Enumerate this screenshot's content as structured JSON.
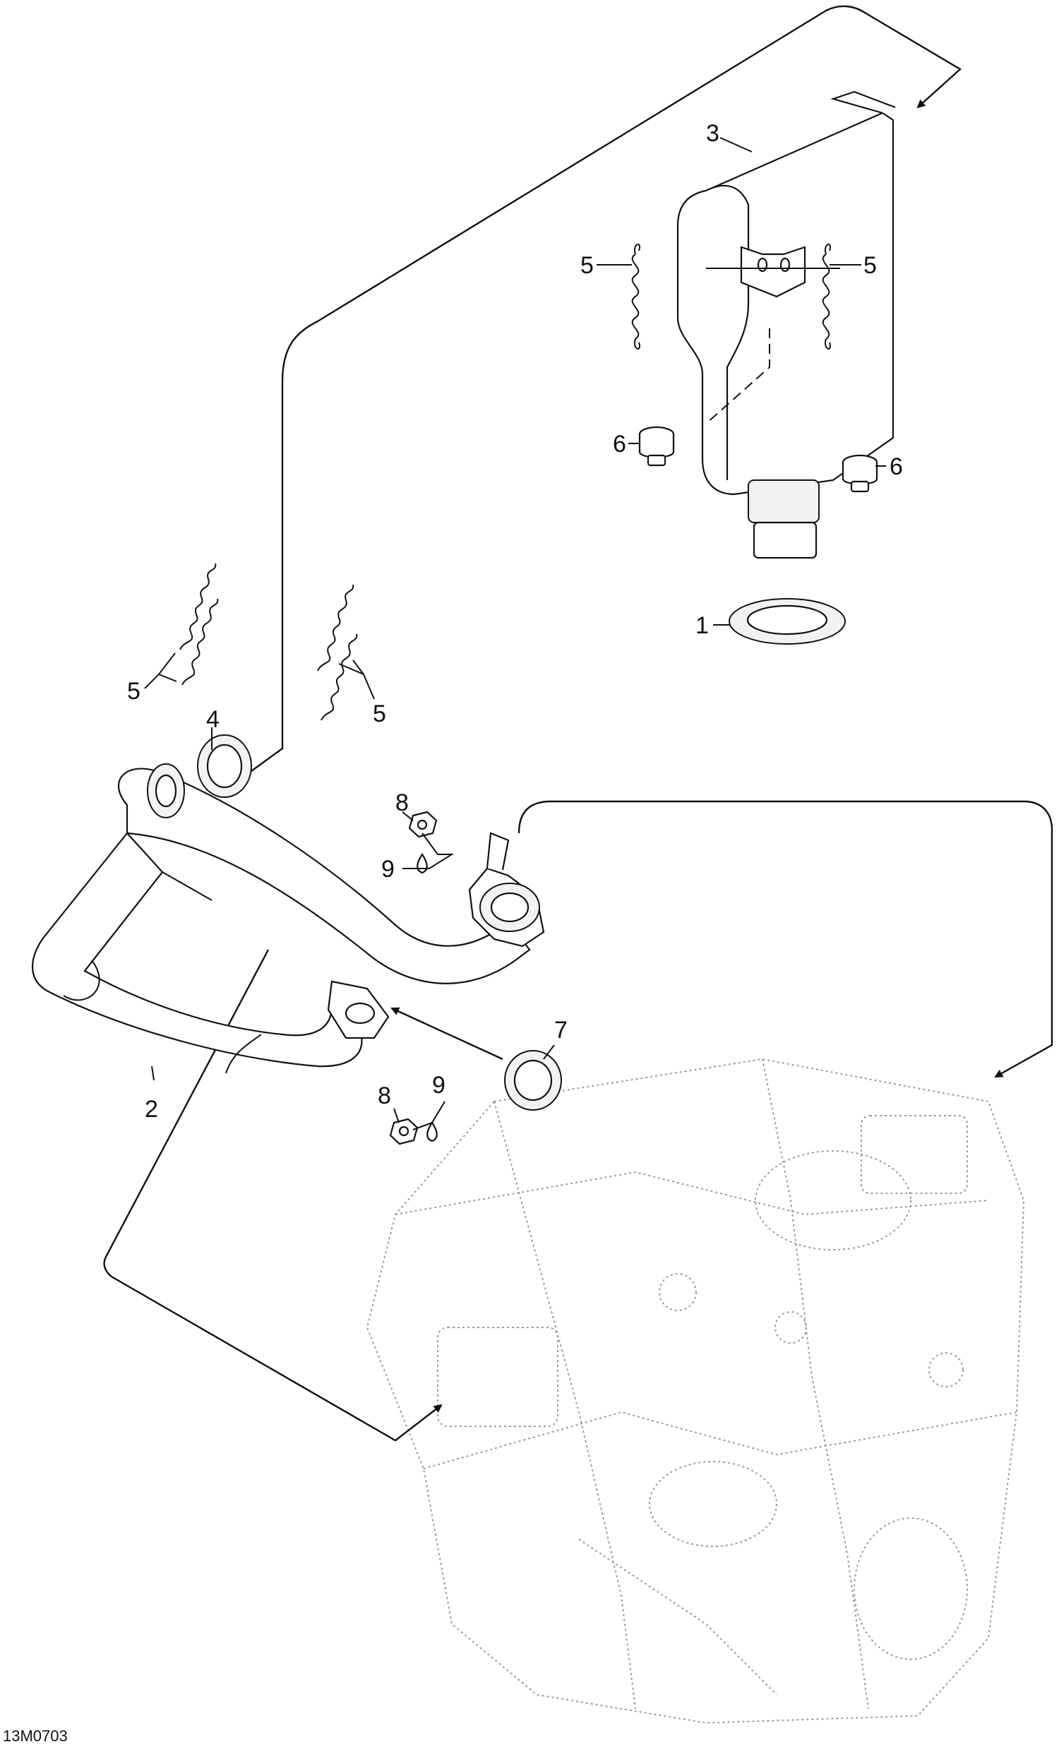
{
  "diagram": {
    "drawing_code": "13M0703",
    "callouts": [
      "1",
      "2",
      "3",
      "4",
      "5",
      "5",
      "5",
      "5",
      "6",
      "6",
      "7",
      "8",
      "8",
      "9",
      "9"
    ]
  }
}
